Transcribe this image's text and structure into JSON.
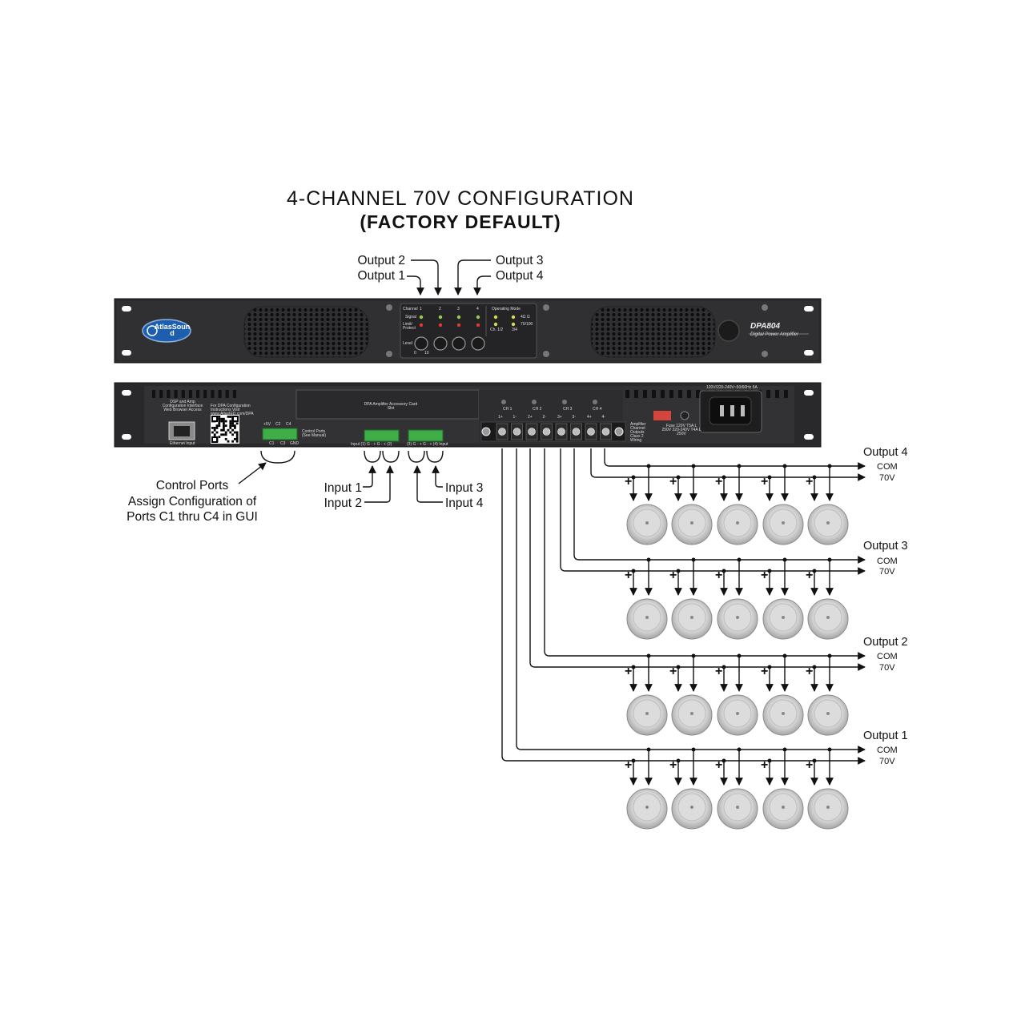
{
  "title": {
    "line1": "4-CHANNEL  70V  CONFIGURATION",
    "line2": "(FACTORY DEFAULT)"
  },
  "front_panel": {
    "brand": "AtlasSound",
    "model": "DPA804",
    "model_sub": "Digital Power Amplifier",
    "rows": [
      "Channel",
      "Signal",
      "Limit/ Protect",
      "Level"
    ],
    "channels": [
      "1",
      "2",
      "3",
      "4"
    ],
    "operating_mode": "Operating Mode",
    "modes": [
      "4Ω Ω",
      "70/100",
      "Ch. 1/2",
      "3/4"
    ],
    "knob_scale": [
      "0",
      "10"
    ]
  },
  "rear_panel": {
    "ethernet_title": "DSP and Amp Configuration Interface Web Browser Access",
    "ethernet_label": "Ethernet Input",
    "qr_text": "For DPA Configuration Instructions Visit www.AtlasIED.com/DPA",
    "control_port_labels": [
      "+5V",
      "C2",
      "C4",
      "C1",
      "C3",
      "GND"
    ],
    "control_ports_caption": "Control Ports (See Manual)",
    "card_slot": "DPA Amplifier Accessory Card Slot",
    "input_strip_left": "Input (1)  G  -  +  G  -  +  (2)",
    "input_strip_right": "(3)  G  -  +  G  -  +  (4) Input",
    "ch_labels": [
      "CH 1",
      "CH 2",
      "CH 3",
      "CH 4"
    ],
    "terminal_labels": [
      "1+",
      "1-",
      "2+",
      "2-",
      "3+",
      "3-",
      "4+",
      "4-"
    ],
    "amp_outputs_note": "Amplifier Channel Outputs Class 2 Wiring",
    "fuse": "Fuse 120V T5A L 250V 220-240V T4A L 250V",
    "power_rating": "120V/220-240V~50/60Hz 5A"
  },
  "callouts": {
    "front_outputs": [
      "Output 2",
      "Output 1",
      "Output 3",
      "Output 4"
    ],
    "control_ports": [
      "Control Ports",
      "Assign Configuration of",
      "Ports C1 thru C4 in GUI"
    ],
    "inputs_left": [
      "Input 1",
      "Input 2"
    ],
    "inputs_right": [
      "Input 3",
      "Input 4"
    ]
  },
  "output_groups": [
    {
      "name": "Output 4",
      "com": "COM",
      "v": "70V"
    },
    {
      "name": "Output 3",
      "com": "COM",
      "v": "70V"
    },
    {
      "name": "Output 2",
      "com": "COM",
      "v": "70V"
    },
    {
      "name": "Output 1",
      "com": "COM",
      "v": "70V"
    }
  ],
  "speaker_plus": "+",
  "speakers_per_group": 5,
  "colors": {
    "panel": "#2a2a2c",
    "panel_edge": "#1a1a1a",
    "terminal_green": "#3fae49",
    "brand_blue": "#1d5fae",
    "lines": "#111111"
  }
}
